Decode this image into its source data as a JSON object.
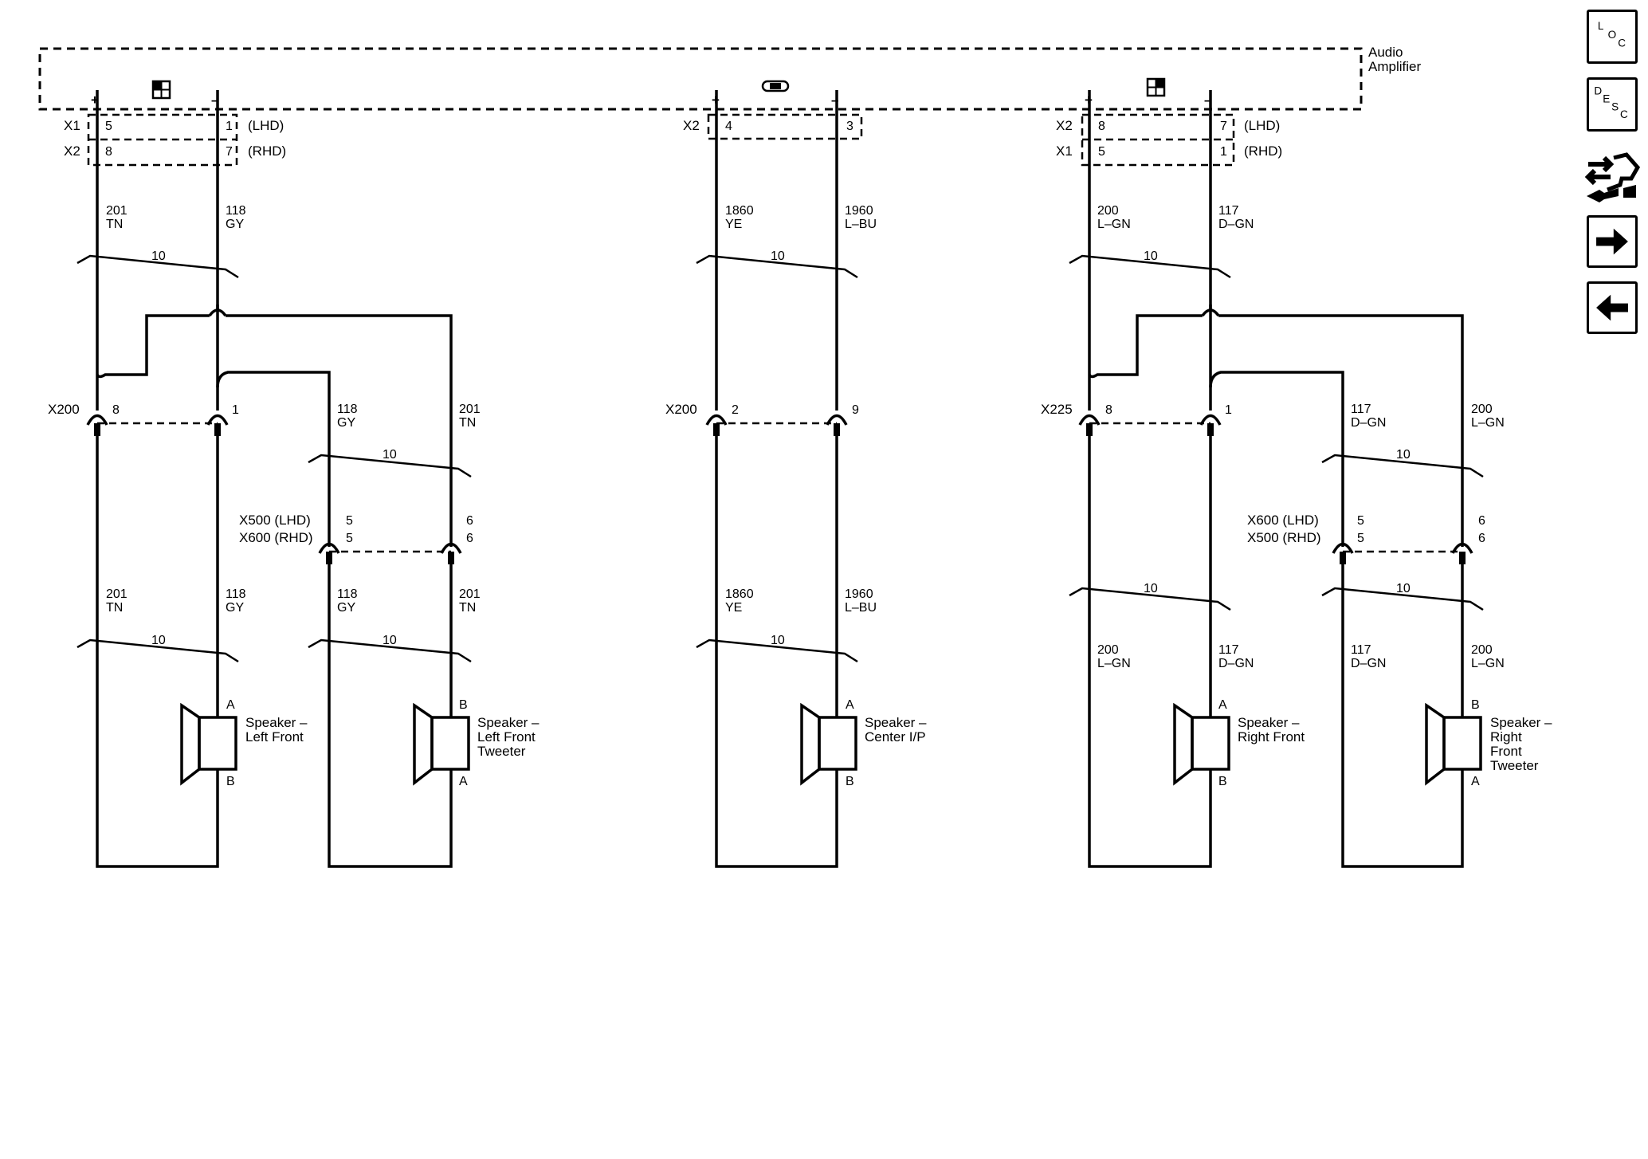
{
  "module": {
    "name_line1": "Audio",
    "name_line2": "Amplifier"
  },
  "polarity": {
    "plus": "+",
    "minus": "–"
  },
  "wire_count": "10",
  "amp_connectors": {
    "left": [
      {
        "connector": "X1",
        "plus_pin": "5",
        "minus_pin": "1",
        "drive": "(LHD)"
      },
      {
        "connector": "X2",
        "plus_pin": "8",
        "minus_pin": "7",
        "drive": "(RHD)"
      }
    ],
    "center": [
      {
        "connector": "X2",
        "plus_pin": "4",
        "minus_pin": "3"
      }
    ],
    "right": [
      {
        "connector": "X2",
        "plus_pin": "8",
        "minus_pin": "7",
        "drive": "(LHD)"
      },
      {
        "connector": "X1",
        "plus_pin": "5",
        "minus_pin": "1",
        "drive": "(RHD)"
      }
    ]
  },
  "wires": {
    "left_plus": {
      "circuit": "201",
      "color": "TN"
    },
    "left_minus": {
      "circuit": "118",
      "color": "GY"
    },
    "center_plus": {
      "circuit": "1860",
      "color": "YE"
    },
    "center_minus": {
      "circuit": "1960",
      "color": "L–BU"
    },
    "right_plus": {
      "circuit": "200",
      "color": "L–GN"
    },
    "right_minus": {
      "circuit": "117",
      "color": "D–GN"
    }
  },
  "inline_connectors": {
    "left": {
      "name": "X200",
      "pin_a": "8",
      "pin_b": "1"
    },
    "center": {
      "name": "X200",
      "pin_a": "2",
      "pin_b": "9"
    },
    "right": {
      "name": "X225",
      "pin_a": "8",
      "pin_b": "1"
    }
  },
  "tweeter_connectors": {
    "left": {
      "line1": "X500 (LHD)",
      "line2": "X600 (RHD)",
      "pin_a": "5",
      "pin_b": "6"
    },
    "right": {
      "line1": "X600 (LHD)",
      "line2": "X500 (RHD)",
      "pin_a": "5",
      "pin_b": "6"
    }
  },
  "speakers": [
    {
      "id": "left-front",
      "name_lines": [
        "Speaker –",
        "Left Front"
      ],
      "top_pin": "A",
      "bottom_pin": "B"
    },
    {
      "id": "left-front-tweeter",
      "name_lines": [
        "Speaker –",
        "Left Front",
        "Tweeter"
      ],
      "top_pin": "B",
      "bottom_pin": "A"
    },
    {
      "id": "center-ip",
      "name_lines": [
        "Speaker –",
        "Center I/P"
      ],
      "top_pin": "A",
      "bottom_pin": "B"
    },
    {
      "id": "right-front",
      "name_lines": [
        "Speaker –",
        "Right Front"
      ],
      "top_pin": "A",
      "bottom_pin": "B"
    },
    {
      "id": "right-front-tweeter",
      "name_lines": [
        "Speaker –",
        "Right",
        "Front",
        "Tweeter"
      ],
      "top_pin": "B",
      "bottom_pin": "A"
    }
  ],
  "nav": {
    "loc": {
      "l1": "L",
      "l2": "O",
      "l3": "C"
    },
    "desc": {
      "l1": "D",
      "l2": "E",
      "l3": "S",
      "l4": "C"
    },
    "icons": [
      "connector-wrench-icon",
      "arrow-right-icon",
      "arrow-left-icon"
    ]
  }
}
